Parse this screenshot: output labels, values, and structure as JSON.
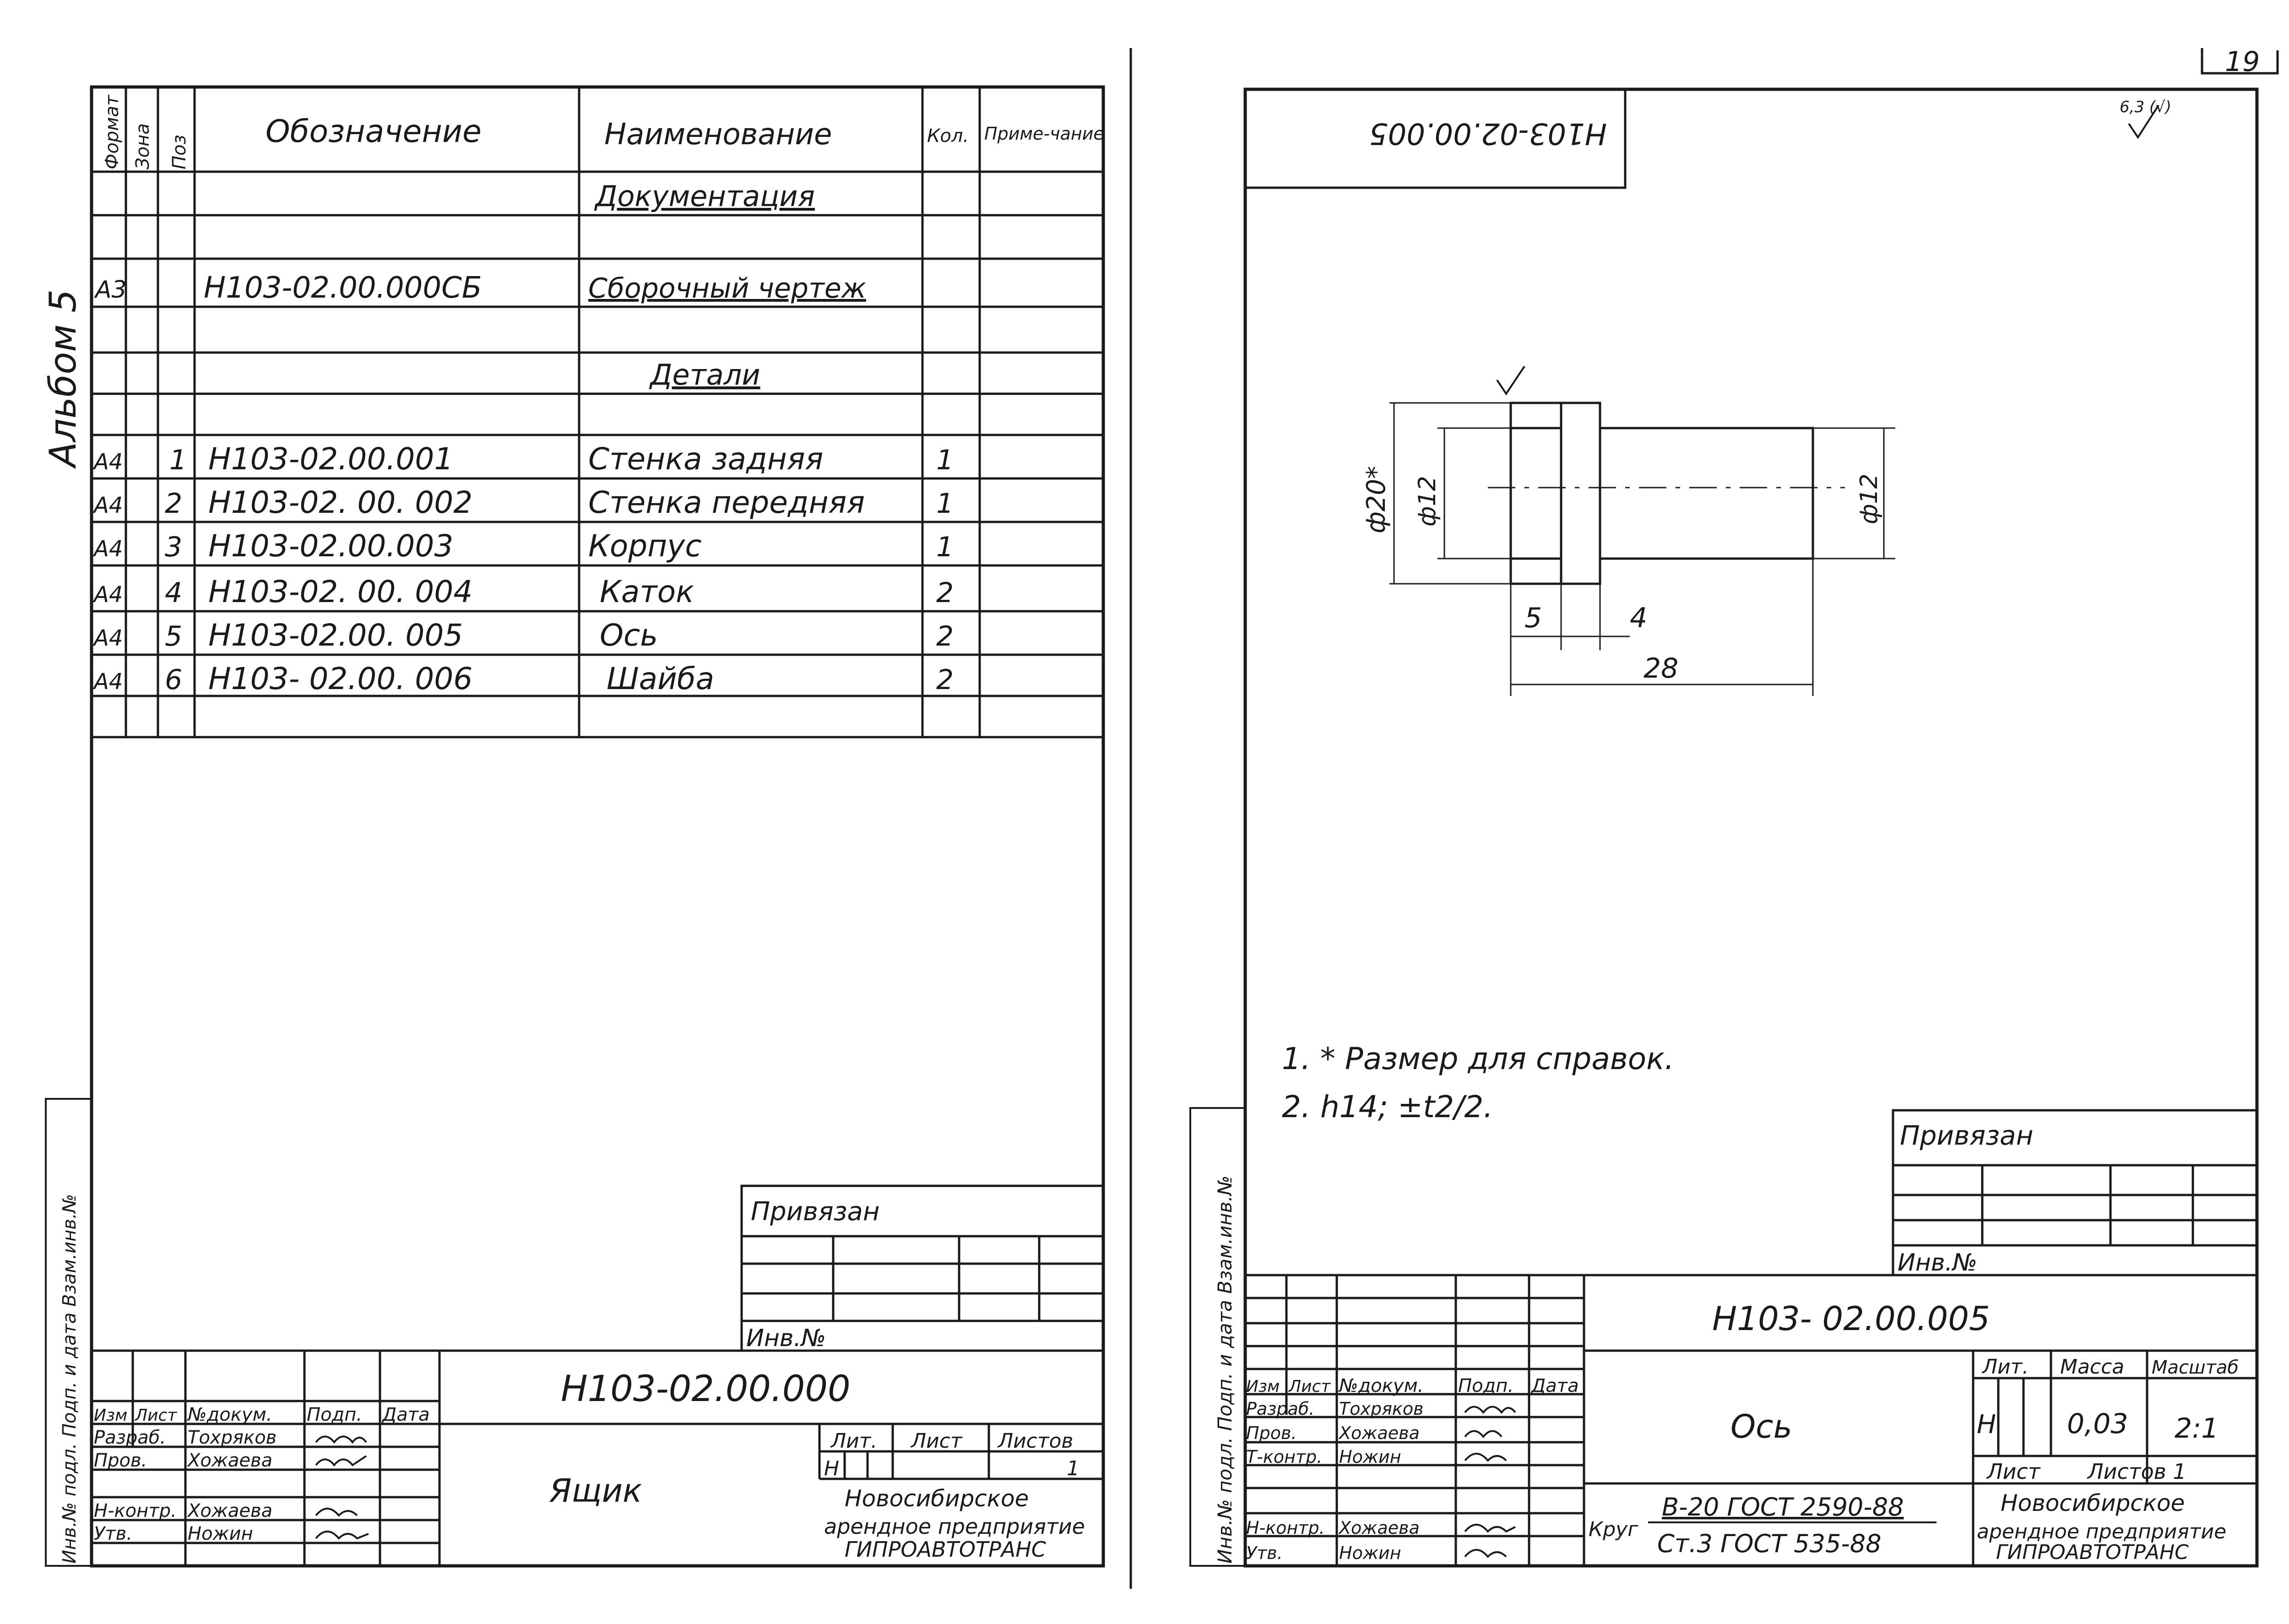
{
  "corner_page_number": "19",
  "left_sheet": {
    "album_label": "Альбом 5",
    "spec_headers": {
      "format": "Формат",
      "zone": "Зона",
      "pos": "Поз",
      "designation": "Обозначение",
      "name": "Наименование",
      "qty": "Кол.",
      "note": "Приме-чание"
    },
    "sections": {
      "documentation": "Документация",
      "details": "Детали"
    },
    "doc_row": {
      "format": "А3",
      "designation": "Н103-02.00.000СБ",
      "name": "Сборочный чертеж"
    },
    "rows": [
      {
        "format": "А4",
        "pos": "1",
        "designation": "Н103-02.00.001",
        "name": "Стенка задняя",
        "qty": "1"
      },
      {
        "format": "А4",
        "pos": "2",
        "designation": "Н103-02. 00. 002",
        "name": "Стенка передняя",
        "qty": "1"
      },
      {
        "format": "А4",
        "pos": "3",
        "designation": "Н103-02.00.003",
        "name": "Корпус",
        "qty": "1"
      },
      {
        "format": "А4",
        "pos": "4",
        "designation": "Н103-02. 00. 004",
        "name": "Каток",
        "qty": "2"
      },
      {
        "format": "А4",
        "pos": "5",
        "designation": "Н103-02.00. 005",
        "name": "Ось",
        "qty": "2"
      },
      {
        "format": "А4",
        "pos": "6",
        "designation": "Н103- 02.00. 006",
        "name": "Шайба",
        "qty": "2"
      }
    ],
    "side_stamp": "Инв.№ подл. Подп. и дата Взам.инв.№",
    "privyazan": "Привязан",
    "inv_no": "Инв.№",
    "title_block": {
      "code": "Н103-02.00.000",
      "name": "Ящик",
      "headers": {
        "izm": "Изм",
        "list": "Лист",
        "doc": "№докум.",
        "sign": "Подп.",
        "date": "Дата"
      },
      "people": [
        {
          "role": "Разраб.",
          "name": "Тохряков"
        },
        {
          "role": "Пров.",
          "name": "Хожаева"
        },
        {
          "role": "Н-контр.",
          "name": "Хожаева"
        },
        {
          "role": "Утв.",
          "name": "Ножин"
        }
      ],
      "lit_label": "Лит.",
      "list_label": "Лист",
      "listov_label": "Листов",
      "lit_value": "Н",
      "listov_value": "1",
      "org_line1": "Новосибирское",
      "org_line2": "арендное предприятие",
      "org_line3": "ГИПРОАВТОТРАНС"
    }
  },
  "right_sheet": {
    "top_code_inverted": "Н103-02.00.005",
    "roughness": "6,3 (√)",
    "dimensions": {
      "d20": "ф20*",
      "d12_left": "ф12",
      "d12_right": "ф12",
      "len5": "5",
      "len4": "4",
      "len28": "28"
    },
    "notes": [
      "1. * Размер для справок.",
      "2. h14; ±t2/2."
    ],
    "side_stamp": "Инв.№ подл. Подп. и дата Взам.инв.№",
    "privyazan": "Привязан",
    "inv_no": "Инв.№",
    "title_block": {
      "code": "Н103- 02.00.005",
      "name": "Ось",
      "headers": {
        "izm": "Изм",
        "list": "Лист",
        "doc": "№докум.",
        "sign": "Подп.",
        "date": "Дата"
      },
      "people": [
        {
          "role": "Разраб.",
          "name": "Тохряков"
        },
        {
          "role": "Пров.",
          "name": "Хожаева"
        },
        {
          "role": "Т-контр.",
          "name": "Ножин"
        },
        {
          "role": "Н-контр.",
          "name": "Хожаева"
        },
        {
          "role": "Утв.",
          "name": "Ножин"
        }
      ],
      "lit_label": "Лит.",
      "mass_label": "Масса",
      "scale_label": "Масштаб",
      "lit_value": "Н",
      "mass_value": "0,03",
      "scale_value": "2:1",
      "list_label": "Лист",
      "listov_label": "Листов 1",
      "material_prefix": "Круг",
      "material_line1": "В-20 ГОСТ 2590-88",
      "material_line2": "Ст.3 ГОСТ 535-88",
      "org_line1": "Новосибирское",
      "org_line2": "арендное предприятие",
      "org_line3": "ГИПРОАВТОТРАНС"
    }
  }
}
